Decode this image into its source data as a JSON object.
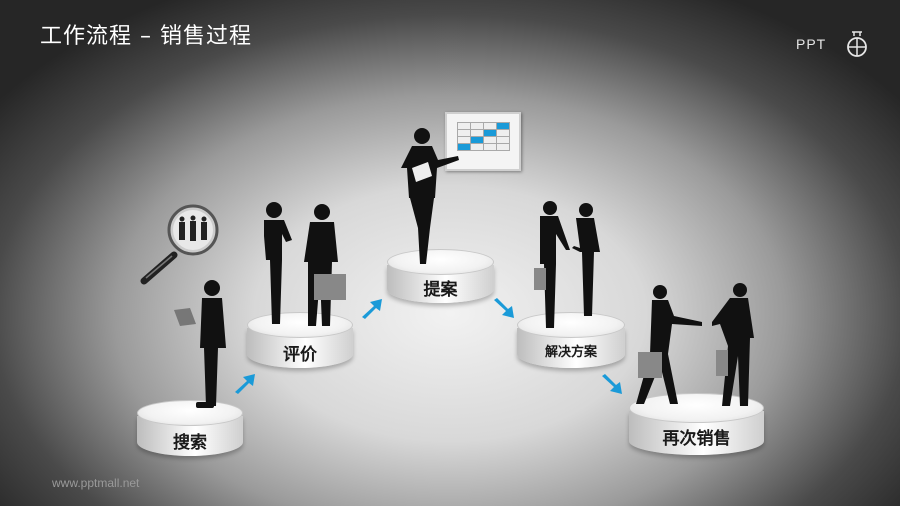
{
  "header": {
    "title": "工作流程 –  销售过程",
    "logo_text": "PPT",
    "logo_icon": "ppt-mall-logo-icon"
  },
  "footer": {
    "watermark": "www.pptmall.net"
  },
  "colors": {
    "arrow": "#1a9ad8",
    "board_highlight": "#1a9ad8",
    "background_center": "#f2f2f2",
    "background_edge": "#262626"
  },
  "process": {
    "steps": [
      {
        "label": "搜索",
        "icon": "magnifying-glass-people-icon",
        "figure": "man-with-laptop"
      },
      {
        "label": "评价",
        "figure": "two-men-talking"
      },
      {
        "label": "提案",
        "icon": "schedule-board-icon",
        "figure": "woman-presenting"
      },
      {
        "label": "解决方案",
        "figure": "two-men-handshake"
      },
      {
        "label": "再次销售",
        "figure": "two-men-handshake-walking"
      }
    ],
    "arrows": [
      "arrow-up-right",
      "arrow-up-right",
      "arrow-down-right",
      "arrow-down-right"
    ]
  }
}
